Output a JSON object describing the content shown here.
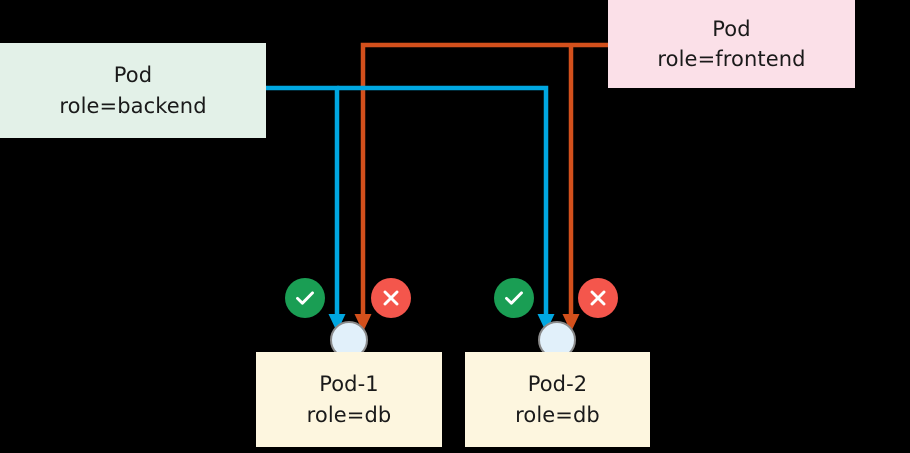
{
  "diagram": {
    "title": "Kubernetes NetworkPolicy pod selector diagram",
    "background_color": "#000000",
    "nodes": [
      {
        "id": "backend",
        "name": "pod-backend",
        "line1": "Pod",
        "line2": "role=backend",
        "fill": "#E3F1E8"
      },
      {
        "id": "frontend",
        "name": "pod-frontend",
        "line1": "Pod",
        "line2": "role=frontend",
        "fill": "#FBE0E8"
      },
      {
        "id": "db1",
        "name": "pod-db-1",
        "line1": "Pod-1",
        "line2": "role=db",
        "fill": "#FDF6DF"
      },
      {
        "id": "db2",
        "name": "pod-db-2",
        "line1": "Pod-2",
        "line2": "role=db",
        "fill": "#FDF6DF"
      }
    ],
    "edges": [
      {
        "id": "backend-to-db1",
        "from": "backend",
        "to": "db1",
        "color": "#00A7E1",
        "status": "allowed"
      },
      {
        "id": "backend-to-db2",
        "from": "backend",
        "to": "db2",
        "color": "#00A7E1",
        "status": "allowed"
      },
      {
        "id": "frontend-to-db1",
        "from": "frontend",
        "to": "db1",
        "color": "#D3501C",
        "status": "denied"
      },
      {
        "id": "frontend-to-db2",
        "from": "frontend",
        "to": "db2",
        "color": "#D3501C",
        "status": "denied"
      }
    ],
    "badges": [
      {
        "id": "allow-1",
        "icon": "check-icon",
        "meaning": "allowed",
        "color": "#1A9E54"
      },
      {
        "id": "deny-1",
        "icon": "cross-icon",
        "meaning": "denied",
        "color": "#F4564C"
      },
      {
        "id": "allow-2",
        "icon": "check-icon",
        "meaning": "allowed",
        "color": "#1A9E54"
      },
      {
        "id": "deny-2",
        "icon": "cross-icon",
        "meaning": "denied",
        "color": "#F4564C"
      }
    ],
    "endpoints": [
      {
        "id": "endpoint-db-1",
        "name": "connection-endpoint-db-1",
        "fill": "#E1F0FA",
        "stroke": "#8A8A8A"
      },
      {
        "id": "endpoint-db-2",
        "name": "connection-endpoint-db-2",
        "fill": "#E1F0FA",
        "stroke": "#8A8A8A"
      }
    ]
  }
}
